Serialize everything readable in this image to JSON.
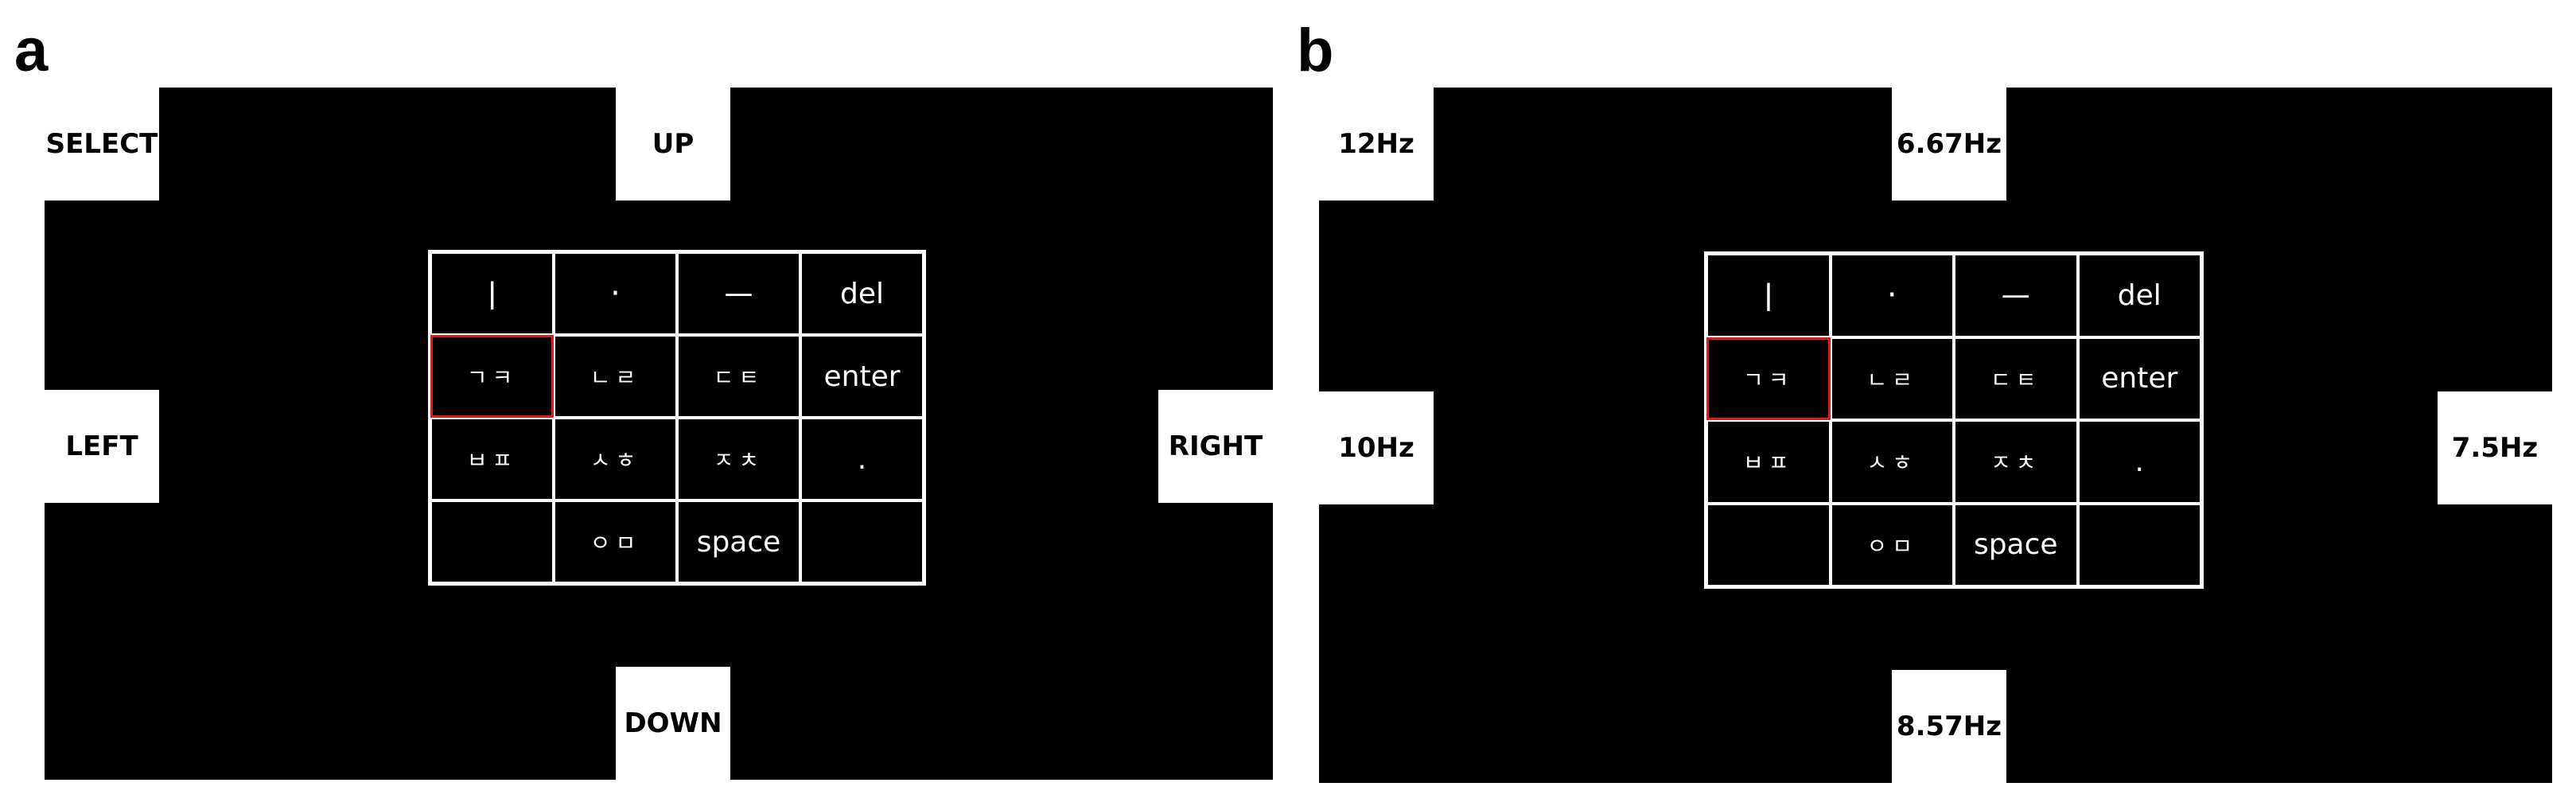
{
  "panels": [
    {
      "letter": "a",
      "targets": {
        "top_left": "SELECT",
        "top": "UP",
        "left": "LEFT",
        "right": "RIGHT",
        "bottom": "DOWN"
      },
      "keyboard": [
        [
          "ㅣ",
          "·",
          "ㅡ",
          "del"
        ],
        [
          "ㄱㅋ",
          "ㄴㄹ",
          "ㄷㅌ",
          "enter"
        ],
        [
          "ㅂㅍ",
          "ㅅㅎ",
          "ㅈㅊ",
          "."
        ],
        [
          "",
          "ㅇㅁ",
          "space",
          ""
        ]
      ],
      "cursor_key": "ㄱㅋ"
    },
    {
      "letter": "b",
      "targets": {
        "top_left": "12Hz",
        "top": "6.67Hz",
        "left": "10Hz",
        "right": "7.5Hz",
        "bottom": "8.57Hz"
      },
      "keyboard": [
        [
          "ㅣ",
          "·",
          "ㅡ",
          "del"
        ],
        [
          "ㄱㅋ",
          "ㄴㄹ",
          "ㄷㅌ",
          "enter"
        ],
        [
          "ㅂㅍ",
          "ㅅㅎ",
          "ㅈㅊ",
          "."
        ],
        [
          "",
          "ㅇㅁ",
          "space",
          ""
        ]
      ],
      "cursor_key": "ㄱㅋ"
    }
  ],
  "colors": {
    "background": "#000000",
    "target": "#ffffff",
    "cursor": "#e01b1b"
  }
}
